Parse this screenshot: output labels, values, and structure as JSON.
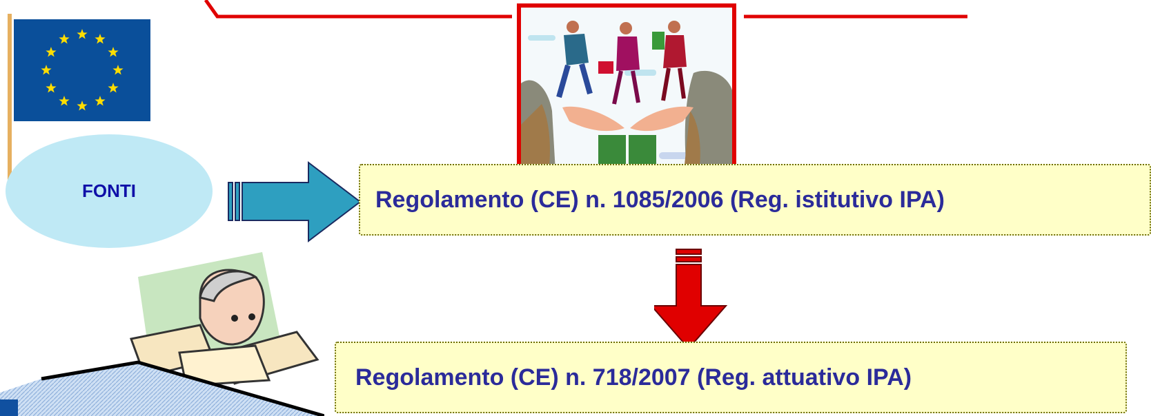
{
  "fonti": {
    "label": "FONTI"
  },
  "regulations": [
    {
      "text": "Regolamento (CE) n. 1085/2006 (Reg. istitutivo IPA)"
    },
    {
      "text": "Regolamento (CE) n. 718/2007 (Reg. attuativo IPA)"
    }
  ],
  "colors": {
    "banner_fill": "#ffffc8",
    "banner_text": "#2b2b9a",
    "arrow_blue": "#2e9fc0",
    "arrow_red": "#e00000",
    "frame_red": "#e00000",
    "eu_blue": "#0a4f9a",
    "eu_star": "#ffdd00"
  },
  "icons": {
    "flag": "eu-flag-icon",
    "team": "business-people-clipart",
    "person": "papers-person-clipart"
  }
}
